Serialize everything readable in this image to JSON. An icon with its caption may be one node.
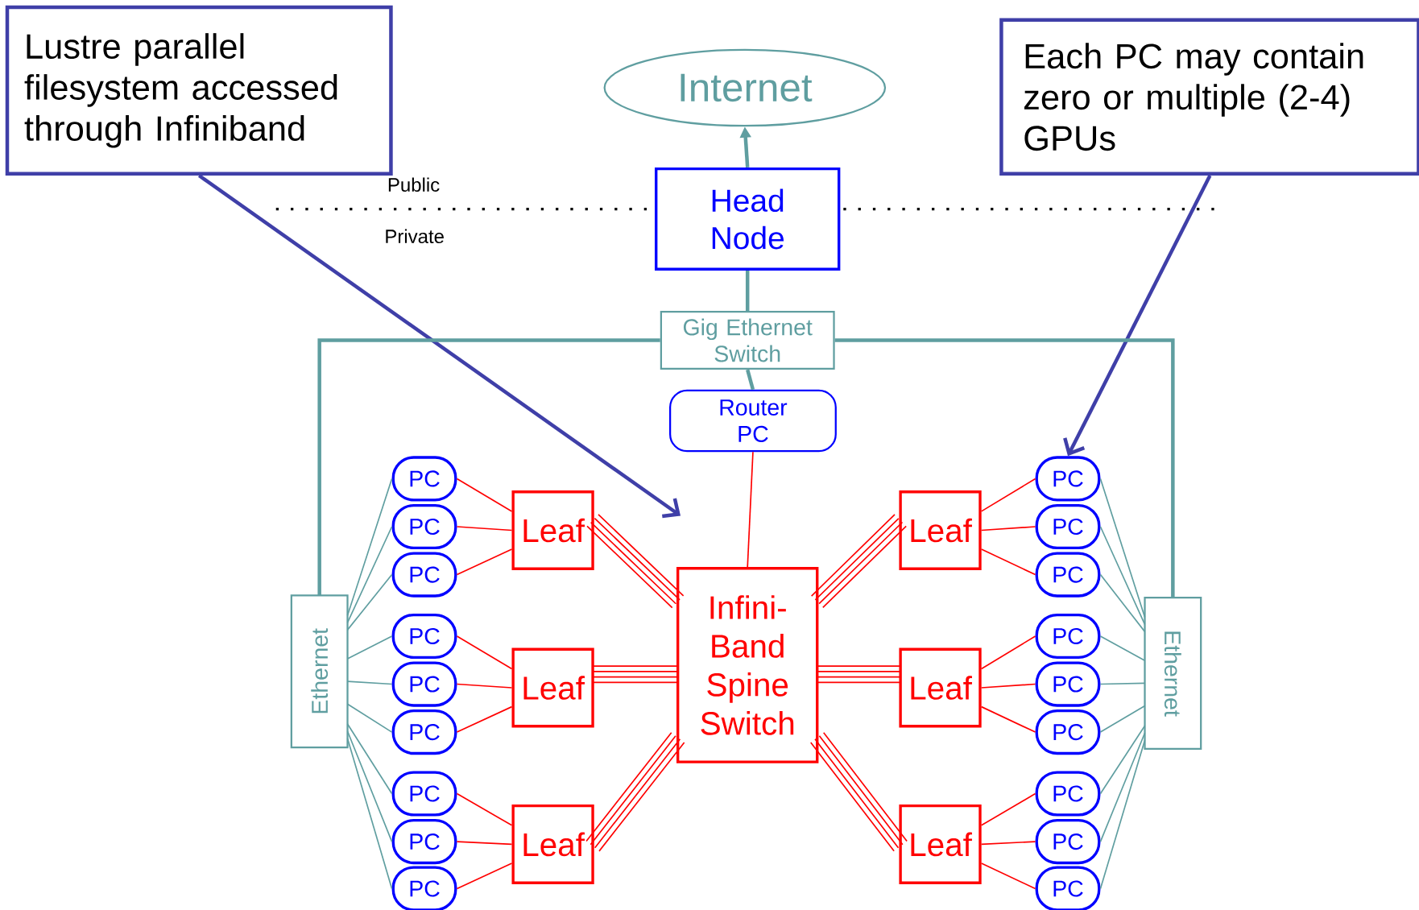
{
  "diagram": {
    "nodes": [
      {
        "text": [
          "Lustre parallel filesystem accessed through Infiniband"
        ]
      },
      {
        "text": [
          "Each PC may contain zero or multiple (2-4) GPUs"
        ]
      },
      {
        "text": [
          "Internet"
        ]
      },
      {
        "text": [
          "Head Node"
        ]
      },
      {
        "text": [
          "Gig Ethernet Switch"
        ]
      },
      {
        "text": [
          "Router PC"
        ]
      },
      {
        "text": [
          "Infini-Band Spine Switch"
        ]
      },
      {
        "text": [
          "Leaf"
        ]
      },
      {
        "text": [
          "Leaf"
        ]
      },
      {
        "text": [
          "Leaf"
        ]
      },
      {
        "text": [
          "Leaf"
        ]
      },
      {
        "text": [
          "Leaf"
        ]
      },
      {
        "text": [
          "Leaf"
        ]
      },
      {
        "text": [
          "Ethernet"
        ]
      },
      {
        "text": [
          "Ethernet"
        ]
      },
      {
        "text": [
          "PC"
        ]
      },
      {
        "text": [
          "PC"
        ]
      },
      {
        "text": [
          "PC"
        ]
      },
      {
        "text": [
          "PC"
        ]
      },
      {
        "text": [
          "PC"
        ]
      },
      {
        "text": [
          "PC"
        ]
      },
      {
        "text": [
          "PC"
        ]
      },
      {
        "text": [
          "PC"
        ]
      },
      {
        "text": [
          "PC"
        ]
      },
      {
        "text": [
          "PC"
        ]
      },
      {
        "text": [
          "PC"
        ]
      },
      {
        "text": [
          "PC"
        ]
      },
      {
        "text": [
          "PC"
        ]
      },
      {
        "text": [
          "PC"
        ]
      },
      {
        "text": [
          "PC"
        ]
      },
      {
        "text": [
          "PC"
        ]
      },
      {
        "text": [
          "PC"
        ]
      },
      {
        "text": [
          "PC"
        ]
      }
    ],
    "edges": [
      {
        "from": 0,
        "to": null,
        "arrow": "to",
        "style": "thick",
        "color": "#3f3fa8"
      },
      {
        "from": 1,
        "to": 24,
        "arrow": "to",
        "style": "thick",
        "color": "#3f3fa8"
      },
      {
        "from": 3,
        "to": 2,
        "arrow": "to",
        "style": "thick",
        "color": "#5f9ea0"
      },
      {
        "from": 4,
        "to": 3,
        "arrow": "none",
        "style": "thick",
        "color": "#5f9ea0"
      },
      {
        "from": 5,
        "to": 4,
        "arrow": "none",
        "style": "thick",
        "color": "#5f9ea0"
      },
      {
        "from": 4,
        "to": 13,
        "arrow": "none",
        "style": "thick",
        "color": "#5f9ea0"
      },
      {
        "from": 4,
        "to": 14,
        "arrow": "none",
        "style": "thick",
        "color": "#5f9ea0"
      },
      {
        "from": 5,
        "to": 6,
        "arrow": "none"
      },
      {
        "from": 7,
        "to": 6,
        "arrow": "none"
      },
      {
        "from": 8,
        "to": 6,
        "arrow": "none"
      },
      {
        "from": 9,
        "to": 6,
        "arrow": "none"
      },
      {
        "from": 10,
        "to": 6,
        "arrow": "none"
      },
      {
        "from": 11,
        "to": 6,
        "arrow": "none"
      },
      {
        "from": 12,
        "to": 6,
        "arrow": "none"
      },
      {
        "from": 15,
        "to": 7,
        "arrow": "none"
      },
      {
        "from": 16,
        "to": 7,
        "arrow": "none"
      },
      {
        "from": 17,
        "to": 7,
        "arrow": "none"
      },
      {
        "from": 18,
        "to": 8,
        "arrow": "none"
      },
      {
        "from": 19,
        "to": 8,
        "arrow": "none"
      },
      {
        "from": 20,
        "to": 8,
        "arrow": "none"
      },
      {
        "from": 21,
        "to": 9,
        "arrow": "none"
      },
      {
        "from": 22,
        "to": 9,
        "arrow": "none"
      },
      {
        "from": 23,
        "to": 9,
        "arrow": "none"
      },
      {
        "from": 24,
        "to": 10,
        "arrow": "none"
      },
      {
        "from": 25,
        "to": 10,
        "arrow": "none"
      },
      {
        "from": 26,
        "to": 10,
        "arrow": "none"
      },
      {
        "from": 27,
        "to": 11,
        "arrow": "none"
      },
      {
        "from": 28,
        "to": 11,
        "arrow": "none"
      },
      {
        "from": 29,
        "to": 11,
        "arrow": "none"
      },
      {
        "from": 30,
        "to": 12,
        "arrow": "none"
      },
      {
        "from": 31,
        "to": 12,
        "arrow": "none"
      },
      {
        "from": 32,
        "to": 12,
        "arrow": "none"
      },
      {
        "from": 15,
        "to": 13,
        "arrow": "none",
        "color": "#5f9ea0"
      },
      {
        "from": 16,
        "to": 13,
        "arrow": "none",
        "color": "#5f9ea0"
      },
      {
        "from": 17,
        "to": 13,
        "arrow": "none",
        "color": "#5f9ea0"
      },
      {
        "from": 18,
        "to": 13,
        "arrow": "none",
        "color": "#5f9ea0"
      },
      {
        "from": 19,
        "to": 13,
        "arrow": "none",
        "color": "#5f9ea0"
      },
      {
        "from": 20,
        "to": 13,
        "arrow": "none",
        "color": "#5f9ea0"
      },
      {
        "from": 21,
        "to": 13,
        "arrow": "none",
        "color": "#5f9ea0"
      },
      {
        "from": 22,
        "to": 13,
        "arrow": "none",
        "color": "#5f9ea0"
      },
      {
        "from": 23,
        "to": 13,
        "arrow": "none",
        "color": "#5f9ea0"
      },
      {
        "from": 24,
        "to": 14,
        "arrow": "none",
        "color": "#5f9ea0"
      },
      {
        "from": 25,
        "to": 14,
        "arrow": "none",
        "color": "#5f9ea0"
      },
      {
        "from": 26,
        "to": 14,
        "arrow": "none",
        "color": "#5f9ea0"
      },
      {
        "from": 27,
        "to": 14,
        "arrow": "none",
        "color": "#5f9ea0"
      },
      {
        "from": 28,
        "to": 14,
        "arrow": "none",
        "color": "#5f9ea0"
      },
      {
        "from": 29,
        "to": 14,
        "arrow": "none",
        "color": "#5f9ea0"
      },
      {
        "from": 30,
        "to": 14,
        "arrow": "none",
        "color": "#5f9ea0"
      },
      {
        "from": 31,
        "to": 14,
        "arrow": "none",
        "color": "#5f9ea0"
      },
      {
        "from": 32,
        "to": 14,
        "arrow": "none",
        "color": "#5f9ea0"
      }
    ],
    "labels": [
      "Public",
      "Private"
    ]
  }
}
